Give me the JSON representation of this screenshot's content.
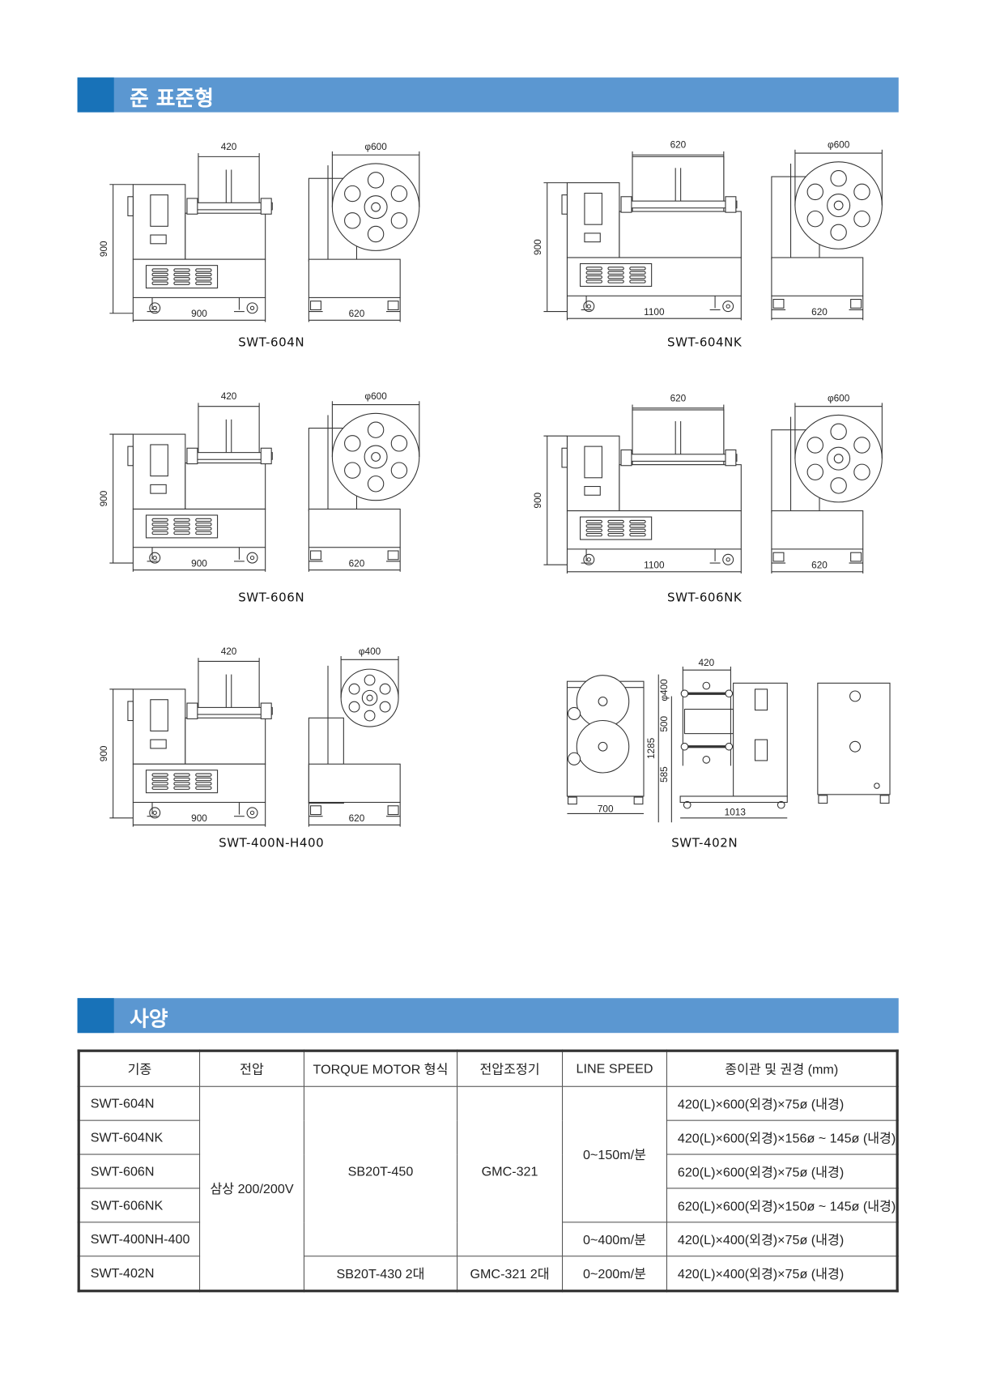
{
  "sections": {
    "standard_title": "준 표준형",
    "spec_title": "사양"
  },
  "drawings": [
    {
      "model": "SWT-604N",
      "drum_width": "420",
      "reel_dia": "φ600",
      "height": "900",
      "length": "900",
      "depth": "620",
      "wide": false,
      "small": false
    },
    {
      "model": "SWT-604NK",
      "drum_width": "620",
      "reel_dia": "φ600",
      "height": "900",
      "length": "1100",
      "depth": "620",
      "wide": true,
      "small": false
    },
    {
      "model": "SWT-606N",
      "drum_width": "420",
      "reel_dia": "φ600",
      "height": "900",
      "length": "900",
      "depth": "620",
      "wide": false,
      "small": false
    },
    {
      "model": "SWT-606NK",
      "drum_width": "620",
      "reel_dia": "φ600",
      "height": "900",
      "length": "1100",
      "depth": "620",
      "wide": true,
      "small": false
    },
    {
      "model": "SWT-400N-H400",
      "drum_width": "420",
      "reel_dia": "φ400",
      "height": "900",
      "length": "900",
      "depth": "620",
      "wide": false,
      "small": true
    }
  ],
  "drawing_402n": {
    "model": "SWT-402N",
    "drum_width": "420",
    "reel_dia": "φ400",
    "total_height": "1285",
    "upper": "500",
    "lower": "585",
    "depth": "700",
    "length": "1013"
  },
  "table": {
    "headers": [
      "기종",
      "전압",
      "TORQUE MOTOR 형식",
      "전압조정기",
      "LINE SPEED",
      "종이관 및 권경 (mm)"
    ],
    "models": [
      "SWT-604N",
      "SWT-604NK",
      "SWT-606N",
      "SWT-606NK",
      "SWT-400NH-400",
      "SWT-402N"
    ],
    "voltage": "삼상 200/200V",
    "motor": [
      "SB20T-450",
      "SB20T-430 2대"
    ],
    "regulator": [
      "GMC-321",
      "GMC-321 2대"
    ],
    "speed": [
      "0~150m/분",
      "0~400m/분",
      "0~200m/분"
    ],
    "sizes": [
      "420(L)×600(외경)×75ø (내경)",
      "420(L)×600(외경)×156ø ~ 145ø (내경)",
      "620(L)×600(외경)×75ø (내경)",
      "620(L)×600(외경)×150ø ~ 145ø (내경)",
      "420(L)×400(외경)×75ø (내경)",
      "420(L)×400(외경)×75ø (내경)"
    ]
  },
  "colors": {
    "bar": "#5b97d1",
    "bar_block": "#1872b8",
    "line": "#333333"
  }
}
